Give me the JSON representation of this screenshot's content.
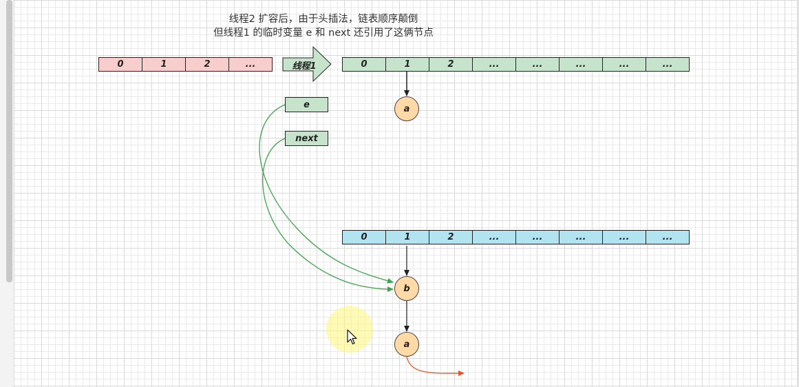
{
  "caption": {
    "line1": "线程2 扩容后，由于头插法，链表顺序颠倒",
    "line2": "但线程1 的临时变量 e 和 next 还引用了这俩节点"
  },
  "old_table": {
    "cells": [
      "0",
      "1",
      "2",
      "..."
    ]
  },
  "thread_arrow_label": "线程1",
  "thread1_table": {
    "cells": [
      "0",
      "1",
      "2",
      "...",
      "...",
      "...",
      "...",
      "..."
    ]
  },
  "thread1_node": "a",
  "vars": {
    "e": "e",
    "next": "next"
  },
  "new_table": {
    "cells": [
      "0",
      "1",
      "2",
      "...",
      "...",
      "...",
      "...",
      "..."
    ]
  },
  "new_nodes": {
    "first": "b",
    "second": "a"
  },
  "colors": {
    "old_table_fill": "#f8cecc",
    "thread_table_fill": "#c6e3cb",
    "new_table_fill": "#b1e3f0",
    "node_fill": "#ffd9a6",
    "reference_line": "#3fa34d",
    "tail_arrow": "#e8542a"
  }
}
